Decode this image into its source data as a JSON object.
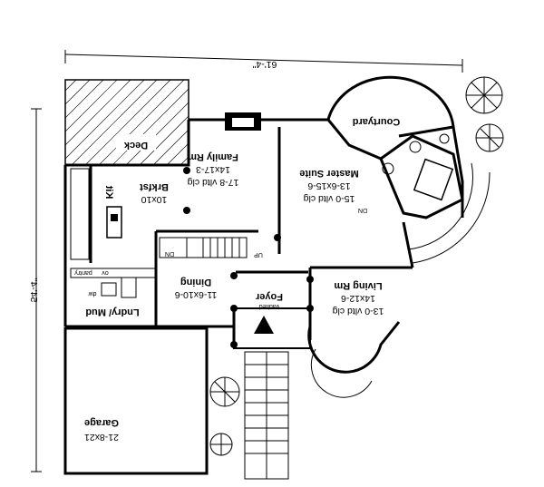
{
  "dimensions": {
    "width_label": "61'-4\"",
    "depth_label": "54'-4\""
  },
  "rooms": {
    "deck": "Deck",
    "family": {
      "name": "Family Rm",
      "size": "14x17-3",
      "ceiling": "17-8 vltd clg"
    },
    "brkfst": {
      "name": "Brkfst",
      "size": "10x10"
    },
    "kit": "Kit",
    "master": {
      "name": "Master Suite",
      "size": "13-6x15-6",
      "ceiling": "15-0 vltd clg"
    },
    "courtyard": "Courtyard",
    "dining": {
      "name": "Dining",
      "size": "11-6x10-6"
    },
    "foyer": {
      "name": "Foyer",
      "note": "vaulted"
    },
    "living": {
      "name": "Living Rm",
      "size": "14x12-6",
      "ceiling": "13-0 vltd clg"
    },
    "laundry": "Lndry/ Mud",
    "garage": {
      "name": "Garage",
      "size": "21-8x21"
    }
  },
  "labels": {
    "up": "UP",
    "dn": "DN",
    "dn2": "DN",
    "pantry": "pantry",
    "ov": "ov",
    "dw": "dw"
  }
}
